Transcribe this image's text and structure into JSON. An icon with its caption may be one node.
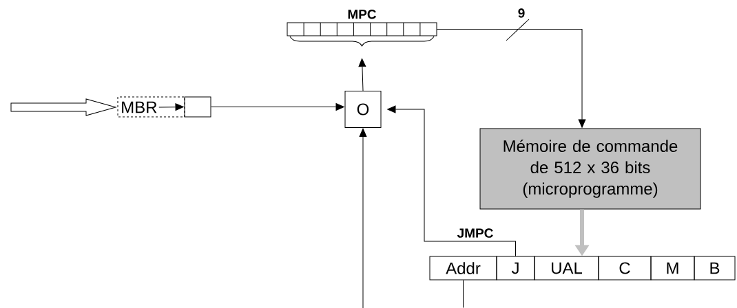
{
  "diagram": {
    "nodes": [
      {
        "text": [
          "MPC"
        ]
      },
      {
        "text": [
          "MBR"
        ]
      },
      {
        "text": [],
        "shape": "box"
      },
      {
        "text": [
          "O"
        ]
      },
      {
        "text": [
          "Mémoire de commande de 512 x 36 bits (microprogramme)"
        ]
      },
      {
        "text": [
          "Addr"
        ]
      },
      {
        "text": [
          "J"
        ]
      },
      {
        "text": [
          "UAL"
        ]
      },
      {
        "text": [
          "C"
        ]
      },
      {
        "text": [
          "M"
        ]
      },
      {
        "text": [
          "B"
        ]
      }
    ],
    "edges": [
      {
        "from": null,
        "to": 1,
        "arrow": "to",
        "style": "thick"
      },
      {
        "from": 1,
        "to": 2,
        "arrow": "to"
      },
      {
        "from": 2,
        "to": 3,
        "arrow": "to"
      },
      {
        "from": 3,
        "to": 0,
        "arrow": "to"
      },
      {
        "from": 0,
        "to": 4,
        "arrow": "to",
        "label": "9"
      },
      {
        "from": 4,
        "to": 7,
        "arrow": "to",
        "style": "thick",
        "color": "#c0c0c0"
      },
      {
        "from": 6,
        "to": 3,
        "arrow": "to",
        "label": "JMPC"
      },
      {
        "from": null,
        "to": 3,
        "arrow": "to"
      },
      {
        "from": 5,
        "to": null,
        "arrow": "none"
      }
    ]
  }
}
